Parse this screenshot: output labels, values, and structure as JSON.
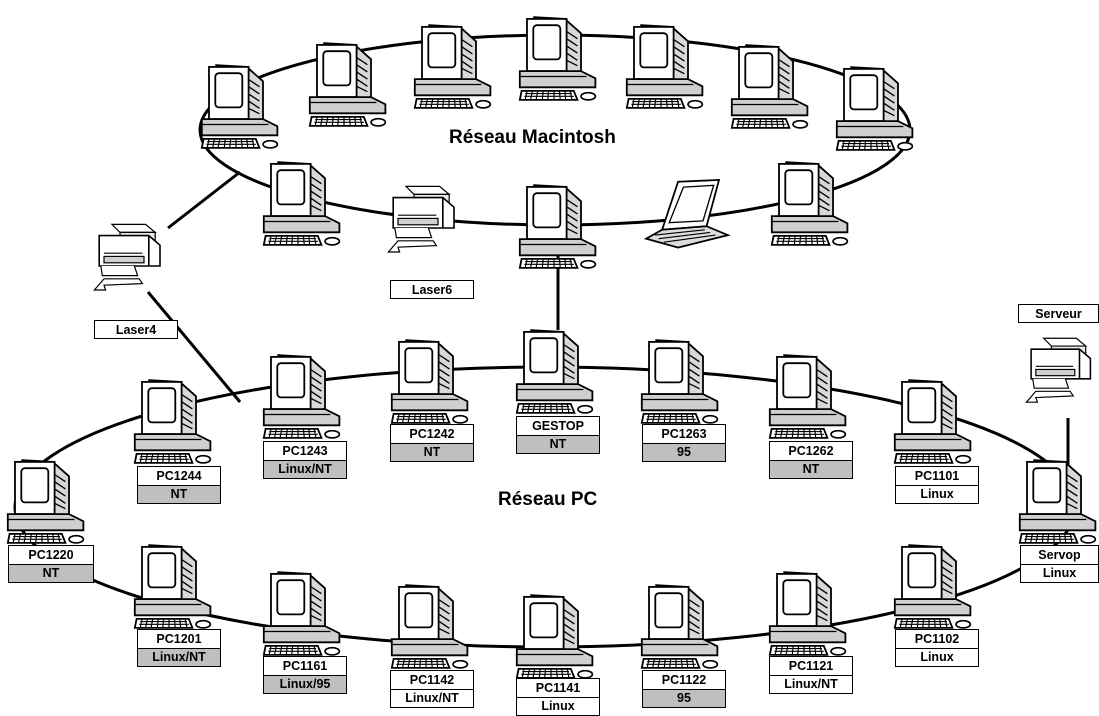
{
  "mac_network": {
    "title": "Réseau Macintosh",
    "printers": [
      {
        "label": "Laser6"
      },
      {
        "label": "Laser4"
      }
    ]
  },
  "pc_network": {
    "title": "Réseau PC",
    "server_printer": {
      "label": "Serveur"
    },
    "stations": [
      {
        "name": "PC1244",
        "os": "NT",
        "os_shaded": true
      },
      {
        "name": "PC1243",
        "os": "Linux/NT",
        "os_shaded": true
      },
      {
        "name": "PC1242",
        "os": "NT",
        "os_shaded": true
      },
      {
        "name": "GESTOP",
        "os": "NT",
        "os_shaded": true
      },
      {
        "name": "PC1263",
        "os": "95",
        "os_shaded": true
      },
      {
        "name": "PC1262",
        "os": "NT",
        "os_shaded": true
      },
      {
        "name": "PC1101",
        "os": "Linux",
        "os_shaded": false
      },
      {
        "name": "PC1220",
        "os": "NT",
        "os_shaded": true
      },
      {
        "name": "Servop",
        "os": "Linux",
        "os_shaded": false
      },
      {
        "name": "PC1201",
        "os": "Linux/NT",
        "os_shaded": true
      },
      {
        "name": "PC1161",
        "os": "Linux/95",
        "os_shaded": true
      },
      {
        "name": "PC1142",
        "os": "Linux/NT",
        "os_shaded": false
      },
      {
        "name": "PC1141",
        "os": "Linux",
        "os_shaded": false
      },
      {
        "name": "PC1122",
        "os": "95",
        "os_shaded": true
      },
      {
        "name": "PC1121",
        "os": "Linux/NT",
        "os_shaded": false
      },
      {
        "name": "PC1102",
        "os": "Linux",
        "os_shaded": false
      }
    ]
  }
}
